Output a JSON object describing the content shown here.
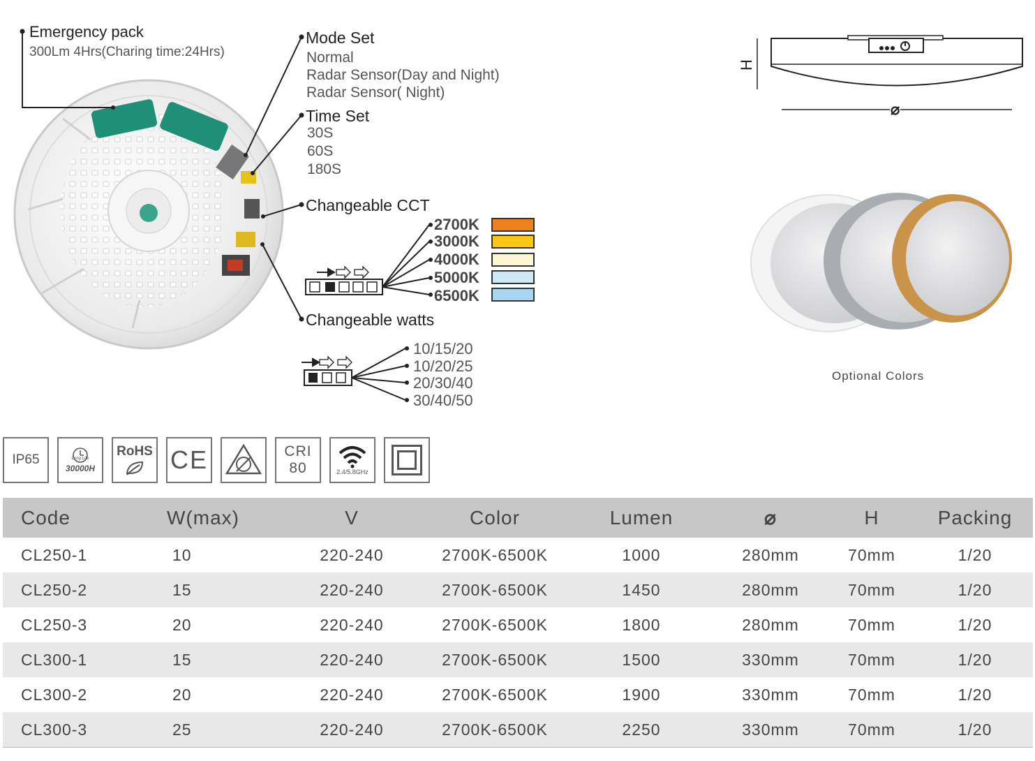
{
  "emergency": {
    "title": "Emergency pack",
    "detail": "300Lm 4Hrs(Charing time:24Hrs)"
  },
  "mode_set": {
    "title": "Mode Set",
    "options": [
      "Normal",
      "Radar Sensor(Day and Night)",
      "Radar Sensor( Night)"
    ]
  },
  "time_set": {
    "title": "Time Set",
    "options": [
      "30S",
      "60S",
      "180S"
    ]
  },
  "cct": {
    "title": "Changeable CCT",
    "options": [
      {
        "label": "2700K",
        "color": "#f0801e"
      },
      {
        "label": "3000K",
        "color": "#fac814"
      },
      {
        "label": "4000K",
        "color": "#fdf6d2"
      },
      {
        "label": "5000K",
        "color": "#cfe8f7"
      },
      {
        "label": "6500K",
        "color": "#a7d6f2"
      }
    ]
  },
  "watts": {
    "title": "Changeable watts",
    "options": [
      "10/15/20",
      "10/20/25",
      "20/30/40",
      "30/40/50"
    ]
  },
  "dimension_labels": {
    "height": "H",
    "diameter": "⌀"
  },
  "optional_colors": {
    "label": "Optional Colors",
    "colors": [
      {
        "name": "white",
        "color": "#f2f2f2"
      },
      {
        "name": "silver",
        "color": "#a9acb0"
      },
      {
        "name": "wood",
        "color": "#c9934a"
      }
    ]
  },
  "certifications": [
    {
      "name": "ip65",
      "text": "IP65"
    },
    {
      "name": "long-life",
      "text": "Long Life",
      "sub": "30000H"
    },
    {
      "name": "rohs",
      "text": "RoHS"
    },
    {
      "name": "ce",
      "text": "CE"
    },
    {
      "name": "no-cover",
      "text": ""
    },
    {
      "name": "cri",
      "text": "CRI",
      "sub": "80"
    },
    {
      "name": "wireless",
      "text": "",
      "sub": "2.4/5.8GHz"
    },
    {
      "name": "class-ii",
      "text": ""
    }
  ],
  "table": {
    "headers": [
      "Code",
      "W(max)",
      "V",
      "Color",
      "Lumen",
      "⌀",
      "H",
      "Packing"
    ],
    "rows": [
      [
        "CL250-1",
        "10",
        "220-240",
        "2700K-6500K",
        "1000",
        "280mm",
        "70mm",
        "1/20"
      ],
      [
        "CL250-2",
        "15",
        "220-240",
        "2700K-6500K",
        "1450",
        "280mm",
        "70mm",
        "1/20"
      ],
      [
        "CL250-3",
        "20",
        "220-240",
        "2700K-6500K",
        "1800",
        "280mm",
        "70mm",
        "1/20"
      ],
      [
        "CL300-1",
        "15",
        "220-240",
        "2700K-6500K",
        "1500",
        "330mm",
        "70mm",
        "1/20"
      ],
      [
        "CL300-2",
        "20",
        "220-240",
        "2700K-6500K",
        "1900",
        "330mm",
        "70mm",
        "1/20"
      ],
      [
        "CL300-3",
        "25",
        "220-240",
        "2700K-6500K",
        "2250",
        "330mm",
        "70mm",
        "1/20"
      ]
    ]
  }
}
